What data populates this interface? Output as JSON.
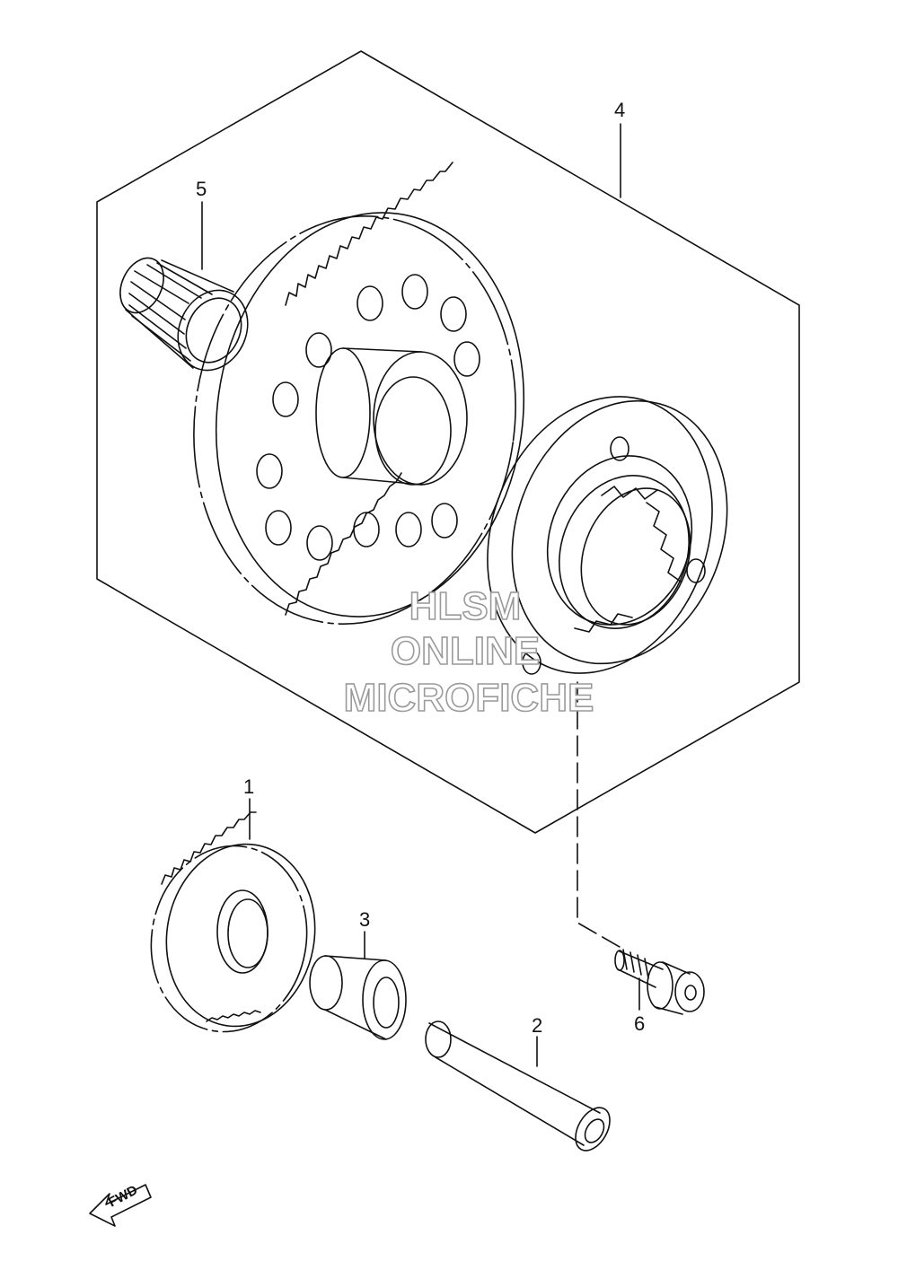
{
  "callouts": [
    {
      "id": "1",
      "label": "1"
    },
    {
      "id": "2",
      "label": "2"
    },
    {
      "id": "3",
      "label": "3"
    },
    {
      "id": "4",
      "label": "4"
    },
    {
      "id": "5",
      "label": "5"
    },
    {
      "id": "6",
      "label": "6"
    }
  ],
  "watermark": {
    "line1": "HLSM",
    "line2": "ONLINE",
    "line3": "MICROFICHE"
  },
  "fwd_label": "FWD",
  "colors": {
    "line": "#111111",
    "watermark_stroke": "#9a9a9a",
    "background": "#ffffff"
  }
}
